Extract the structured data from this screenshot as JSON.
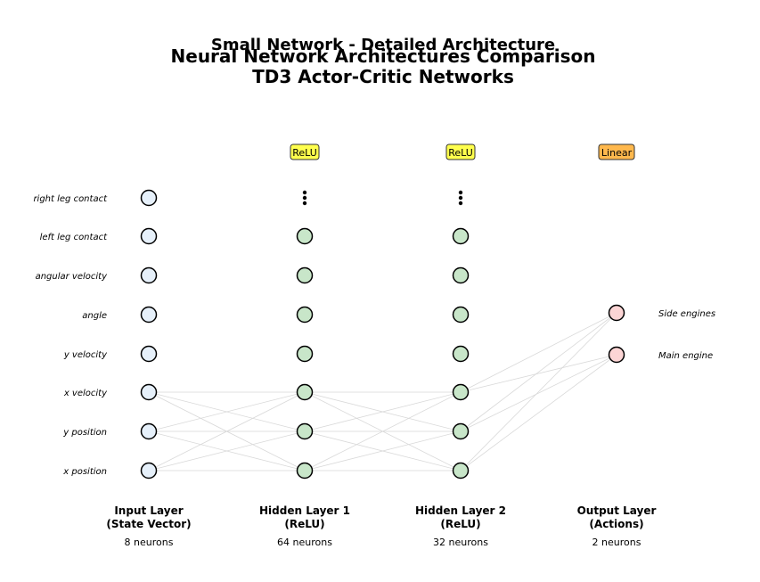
{
  "titles": {
    "overlay": "Small Network - Detailed Architecture",
    "line1": "Neural Network Architectures Comparison",
    "line2": "TD3 Actor-Critic Networks"
  },
  "layers": [
    {
      "name": "Input Layer",
      "subtitle": "(State Vector)",
      "neurons": "8 neurons",
      "activation": "",
      "color": "#e6f0fa",
      "node_labels": [
        "right leg contact",
        "left leg contact",
        "angular velocity",
        "angle",
        "y velocity",
        "x velocity",
        "y position",
        "x position"
      ]
    },
    {
      "name": "Hidden Layer 1",
      "subtitle": "(ReLU)",
      "neurons": "64 neurons",
      "activation": "ReLU",
      "color": "#c8e6c9"
    },
    {
      "name": "Hidden Layer 2",
      "subtitle": "(ReLU)",
      "neurons": "32 neurons",
      "activation": "ReLU",
      "color": "#c8e6c9"
    },
    {
      "name": "Output Layer",
      "subtitle": "(Actions)",
      "neurons": "2 neurons",
      "activation": "Linear",
      "color": "#fcd5d5",
      "node_labels": [
        "Side engines",
        "Main engine"
      ]
    }
  ],
  "activation_colors": {
    "ReLU": "#ffff4d",
    "Linear": "#ffb84d"
  },
  "connection_color": "#d9d9d9",
  "node_stroke": "#000000"
}
